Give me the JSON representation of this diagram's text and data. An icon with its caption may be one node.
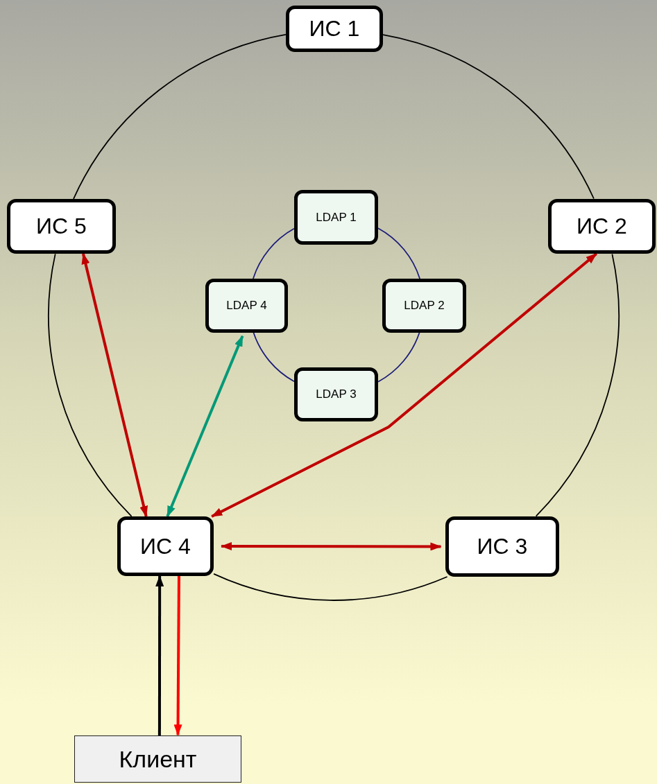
{
  "diagram": {
    "nodes": [
      {
        "text": [
          "ИС 1"
        ]
      },
      {
        "text": [
          "ИС 5"
        ]
      },
      {
        "text": [
          "LDAP 1"
        ]
      },
      {
        "text": [
          "ИС 2"
        ]
      },
      {
        "text": [
          "LDAP 4"
        ]
      },
      {
        "text": [
          "LDAP 2"
        ]
      },
      {
        "text": [
          "LDAP 3"
        ]
      },
      {
        "text": [
          "ИС 4"
        ]
      },
      {
        "text": [
          "ИС 3"
        ]
      },
      {
        "text": [
          "Клиент"
        ]
      }
    ],
    "edges": [
      {
        "from": 0,
        "to": 3,
        "arrow": "none"
      },
      {
        "from": 3,
        "to": 8,
        "arrow": "none"
      },
      {
        "from": 8,
        "to": 7,
        "arrow": "none"
      },
      {
        "from": 7,
        "to": 1,
        "arrow": "none"
      },
      {
        "from": 1,
        "to": 0,
        "arrow": "none"
      },
      {
        "from": 2,
        "to": 5,
        "arrow": "none",
        "color": "#1c1c7a"
      },
      {
        "from": 5,
        "to": 6,
        "arrow": "none",
        "color": "#1c1c7a"
      },
      {
        "from": 6,
        "to": 4,
        "arrow": "none",
        "color": "#1c1c7a"
      },
      {
        "from": 4,
        "to": 2,
        "arrow": "none",
        "color": "#1c1c7a"
      },
      {
        "from": 7,
        "to": 1,
        "arrow": "both",
        "style": "thick",
        "color": "#c00000"
      },
      {
        "from": 7,
        "to": 4,
        "arrow": "both",
        "style": "thick",
        "color": "#009977"
      },
      {
        "from": 7,
        "to": 3,
        "arrow": "both",
        "style": "thick",
        "color": "#c00000"
      },
      {
        "from": 7,
        "to": 8,
        "arrow": "both",
        "style": "thick",
        "color": "#c00000"
      },
      {
        "from": 9,
        "to": 7,
        "arrow": "to",
        "style": "thick"
      },
      {
        "from": 7,
        "to": 9,
        "arrow": "to",
        "style": "thick",
        "color": "#ff0000"
      }
    ]
  }
}
